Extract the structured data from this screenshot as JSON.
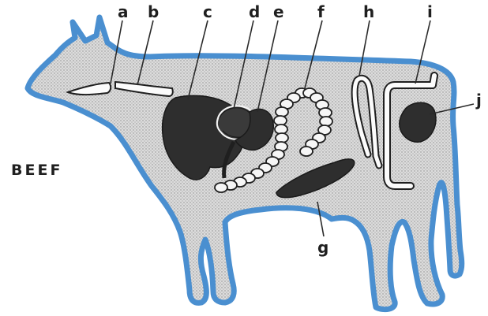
{
  "title": "BEEF",
  "labels": {
    "a": "a",
    "b": "b",
    "c": "c",
    "d": "d",
    "e": "e",
    "f": "f",
    "g": "g",
    "h": "h",
    "i": "i",
    "j": "j"
  },
  "colors": {
    "outline": "#4a8fd0",
    "body_fill": "#d9d9d9",
    "stipple": "#8c8c8c",
    "organ_dark": "#2e2e2e",
    "organ_light": "#fbfbfb",
    "ink": "#1f1f1f"
  }
}
